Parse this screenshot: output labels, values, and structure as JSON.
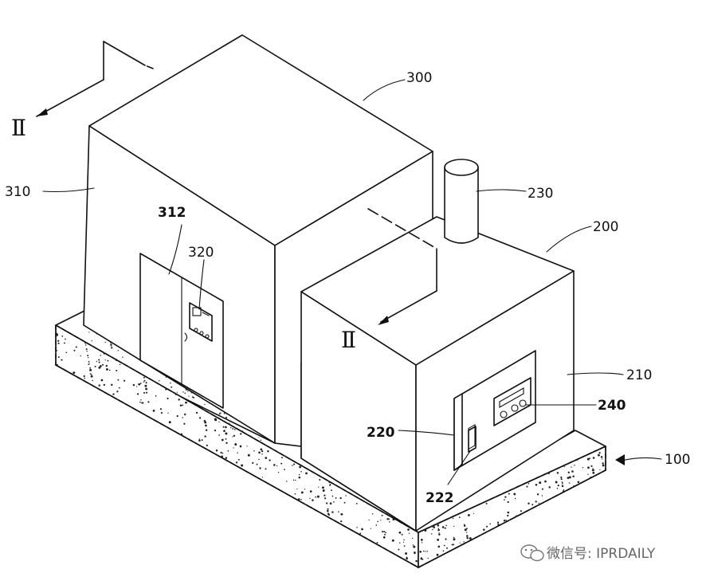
{
  "section_marker": "Ⅱ",
  "labels": {
    "l300": "300",
    "l310": "310",
    "l312": "312",
    "l320": "320",
    "l230": "230",
    "l200": "200",
    "l210": "210",
    "l220": "220",
    "l222": "222",
    "l240": "240",
    "l100": "100"
  },
  "watermark": {
    "text": "微信号: IPRDAILY",
    "icon": "wechat-icon"
  },
  "colors": {
    "ink": "#111111",
    "paper": "#ffffff",
    "watermark": "#666666"
  }
}
